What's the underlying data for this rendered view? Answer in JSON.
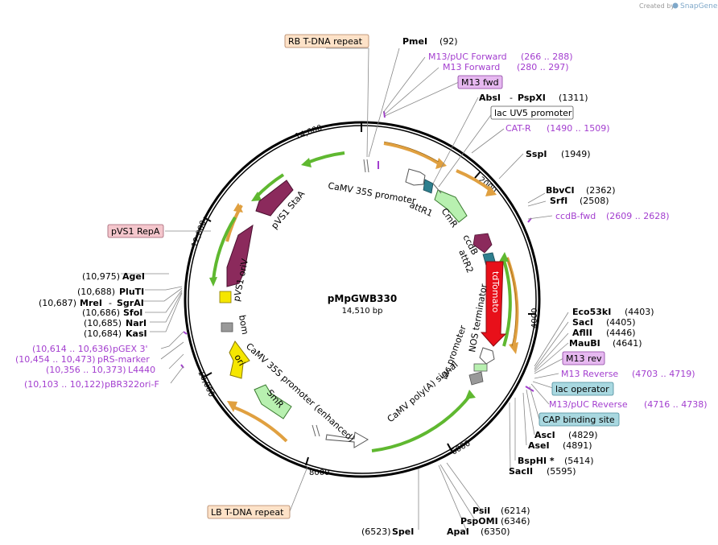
{
  "credit": {
    "created_by": "Created by",
    "brand": "SnapGene"
  },
  "plasmid": {
    "name": "pMpGWB330",
    "length": "14,510 bp"
  },
  "ticks": [
    "2000",
    "4000",
    "6000",
    "8000",
    "10,000",
    "12,000",
    "14,000"
  ],
  "enzymes": [
    {
      "name": "PmeI",
      "pos": "(92)"
    },
    {
      "name": "AbsI",
      "pos": ""
    },
    {
      "name": "PspXI",
      "pos": "(1311)"
    },
    {
      "name": "SspI",
      "pos": "(1949)"
    },
    {
      "name": "BbvCI",
      "pos": "(2362)"
    },
    {
      "name": "SrfI",
      "pos": "(2508)"
    },
    {
      "name": "Eco53kI",
      "pos": "(4403)"
    },
    {
      "name": "SacI",
      "pos": "(4405)"
    },
    {
      "name": "AflII",
      "pos": "(4446)"
    },
    {
      "name": "MauBI",
      "pos": "(4641)"
    },
    {
      "name": "AscI",
      "pos": "(4829)"
    },
    {
      "name": "AseI",
      "pos": "(4891)"
    },
    {
      "name": "BspHI *",
      "pos": "(5414)"
    },
    {
      "name": "SacII",
      "pos": "(5595)"
    },
    {
      "name": "PsiI",
      "pos": "(6214)"
    },
    {
      "name": "PspOMI",
      "pos": "(6346)"
    },
    {
      "name": "ApaI",
      "pos": "(6350)"
    },
    {
      "name": "SpeI",
      "pos": "(6523)"
    },
    {
      "name": "AgeI",
      "pos": "(10,975)"
    },
    {
      "name": "PluTI",
      "pos": "(10,688)"
    },
    {
      "name": "MreI",
      "pos": "(10,687)"
    },
    {
      "name": "SgrAI",
      "pos": ""
    },
    {
      "name": "SfoI",
      "pos": "(10,686)"
    },
    {
      "name": "NarI",
      "pos": "(10,685)"
    },
    {
      "name": "KasI",
      "pos": "(10,684)"
    }
  ],
  "primers": [
    {
      "name": "M13/pUC Forward",
      "range": "(266 .. 288)"
    },
    {
      "name": "M13 Forward",
      "range": "(280 .. 297)"
    },
    {
      "name": "CAT-R",
      "range": "(1490 .. 1509)"
    },
    {
      "name": "ccdB-fwd",
      "range": "(2609 .. 2628)"
    },
    {
      "name": "M13 Reverse",
      "range": "(4703 .. 4719)"
    },
    {
      "name": "M13/pUC Reverse",
      "range": "(4716 .. 4738)"
    },
    {
      "name": "pGEX 3'",
      "range": "(10,614 .. 10,636)"
    },
    {
      "name": "pRS-marker",
      "range": "(10,454 .. 10,473)"
    },
    {
      "name": "L4440",
      "range": "(10,356 .. 10,373)"
    },
    {
      "name": "pBR322ori-F",
      "range": "(10,103 .. 10,122)"
    }
  ],
  "boxed_features": {
    "rb_tdna": "RB T-DNA repeat",
    "m13_fwd": "M13 fwd",
    "lac_uv5": "lac UV5 promoter",
    "pvs1_repa": "pVS1 RepA",
    "m13_rev": "M13 rev",
    "lac_operator": "lac operator",
    "cap_site": "CAP binding site",
    "lb_tdna": "LB T-DNA repeat"
  },
  "inner_features": {
    "camv35s": "CaMV 35S promoter",
    "attr1": "attR1",
    "cmr": "CmR",
    "ccdb": "ccdB",
    "attr2": "attR2",
    "tdtomato": "tdTomato",
    "nos": "NOS terminator",
    "lac_promoter": "lac promoter",
    "polya": "CaMV poly(A) signal",
    "camv35s_enh": "CaMV 35S promoter (enhanced)",
    "smr": "SmR",
    "ori": "ori",
    "bom": "bom",
    "pvs1_oriv": "pVS1 oriV",
    "pvs1_staa": "pVS1 StaA"
  },
  "colors": {
    "backbone": "#000000",
    "orange_arrow": "#e0a040",
    "green_arrow": "#5fb830",
    "primer": "#a33ecf",
    "maroon": "#8b2a5c",
    "tdtomato": "#e8101a",
    "cmr": "#b8f0b0",
    "attr": "#2e7f8e",
    "ori": "#f5e600",
    "rb_lb_box": "#fde2c8",
    "m13_box": "#e6b8f0",
    "lac_box": "#a9d8e0",
    "repa_box": "#f4c6cc"
  }
}
